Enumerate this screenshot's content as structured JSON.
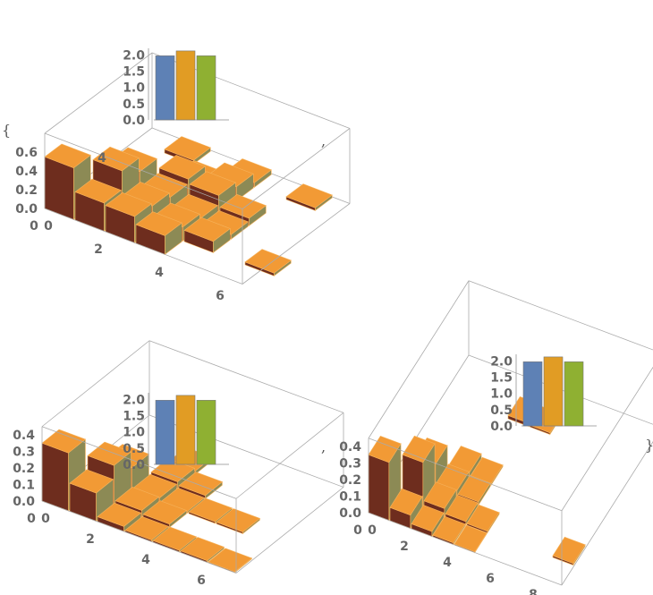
{
  "chart_data": [
    {
      "type": "bar3d",
      "title": "",
      "xticks": [
        "0",
        "2",
        "4",
        "6"
      ],
      "yticks": [
        "0",
        "4"
      ],
      "zticks": [
        "0.0",
        "0.2",
        "0.4",
        "0.6"
      ],
      "zlim": [
        0,
        0.8
      ],
      "xlim": [
        0,
        6.5
      ],
      "ylim": [
        0,
        6
      ],
      "bars": [
        [
          0,
          0,
          0.55
        ],
        [
          1,
          0,
          0.3
        ],
        [
          2,
          0,
          0.28
        ],
        [
          3,
          0,
          0.2
        ],
        [
          1,
          1,
          0.5
        ],
        [
          2,
          1,
          0.25
        ],
        [
          3,
          1,
          0.15
        ],
        [
          4,
          1,
          0.12
        ],
        [
          1,
          2,
          0.35
        ],
        [
          2,
          2,
          0.2
        ],
        [
          3,
          2,
          0.1
        ],
        [
          4,
          2,
          0.05
        ],
        [
          2,
          3,
          0.25
        ],
        [
          3,
          3,
          0.2
        ],
        [
          4,
          3,
          0.08
        ],
        [
          3,
          4,
          0.15
        ],
        [
          5,
          5,
          0.03
        ],
        [
          6,
          1,
          0.03
        ],
        [
          3,
          5,
          0.05
        ],
        [
          2,
          4,
          0.05
        ],
        [
          1,
          5,
          0.04
        ]
      ],
      "inset": {
        "yticks": [
          "0.0",
          "0.5",
          "1.0",
          "1.5",
          "2.0"
        ],
        "values": [
          1.97,
          2.12,
          1.97
        ],
        "colors": [
          "#5e81b5",
          "#e19c24",
          "#8fb032"
        ]
      }
    },
    {
      "type": "bar3d",
      "title": "",
      "xticks": [
        "0",
        "2",
        "4",
        "6"
      ],
      "yticks": [
        "0"
      ],
      "zticks": [
        "0.0",
        "0.1",
        "0.2",
        "0.3",
        "0.4"
      ],
      "zlim": [
        0,
        0.45
      ],
      "xlim": [
        0,
        7
      ],
      "ylim": [
        0,
        6
      ],
      "bars": [
        [
          0,
          0,
          0.35
        ],
        [
          1,
          0,
          0.17
        ],
        [
          2,
          0,
          0.03
        ],
        [
          3,
          0,
          0.01
        ],
        [
          4,
          0,
          0.01
        ],
        [
          5,
          0,
          0.01
        ],
        [
          6,
          0,
          0.005
        ],
        [
          1,
          1,
          0.25
        ],
        [
          2,
          1,
          0.04
        ],
        [
          3,
          1,
          0.02
        ],
        [
          1,
          2,
          0.15
        ],
        [
          2,
          2,
          0.03
        ],
        [
          3,
          2,
          0.01
        ],
        [
          2,
          3,
          0.04
        ],
        [
          3,
          3,
          0.02
        ],
        [
          4,
          2,
          0.01
        ],
        [
          5,
          2,
          0.01
        ],
        [
          2,
          4,
          0.02
        ]
      ],
      "inset": {
        "yticks": [
          "0.0",
          "0.5",
          "1.0",
          "1.5",
          "2.0"
        ],
        "values": [
          1.97,
          2.12,
          1.97
        ],
        "colors": [
          "#5e81b5",
          "#e19c24",
          "#8fb032"
        ]
      }
    },
    {
      "type": "bar3d",
      "title": "",
      "xticks": [
        "0",
        "2",
        "4",
        "6",
        "8"
      ],
      "yticks": [
        "0"
      ],
      "zticks": [
        "0.0",
        "0.1",
        "0.2",
        "0.3",
        "0.4"
      ],
      "zlim": [
        0,
        0.45
      ],
      "xlim": [
        0,
        9
      ],
      "ylim": [
        0,
        8
      ],
      "bars": [
        [
          0,
          0,
          0.35
        ],
        [
          1,
          0,
          0.08
        ],
        [
          2,
          0,
          0.03
        ],
        [
          3,
          0,
          0.01
        ],
        [
          4,
          0,
          0.005
        ],
        [
          1,
          1,
          0.28
        ],
        [
          2,
          1,
          0.05
        ],
        [
          3,
          1,
          0.02
        ],
        [
          4,
          1,
          0.01
        ],
        [
          1,
          2,
          0.15
        ],
        [
          2,
          2,
          0.04
        ],
        [
          3,
          2,
          0.02
        ],
        [
          2,
          3,
          0.03
        ],
        [
          3,
          3,
          0.01
        ],
        [
          3,
          6,
          0.02
        ],
        [
          4,
          6,
          0.01
        ],
        [
          8,
          1,
          0.01
        ]
      ],
      "inset": {
        "yticks": [
          "0.0",
          "0.5",
          "1.0",
          "1.5",
          "2.0"
        ],
        "values": [
          1.97,
          2.12,
          1.97
        ],
        "colors": [
          "#5e81b5",
          "#e19c24",
          "#8fb032"
        ]
      }
    }
  ],
  "punctuation": {
    "open": "{",
    "close": "}",
    "sep1": ",",
    "sep2": ","
  },
  "colors": {
    "top": "#f29a35",
    "front": "#6e2d1e",
    "side": "#8c8a55",
    "frame": "#999999"
  }
}
